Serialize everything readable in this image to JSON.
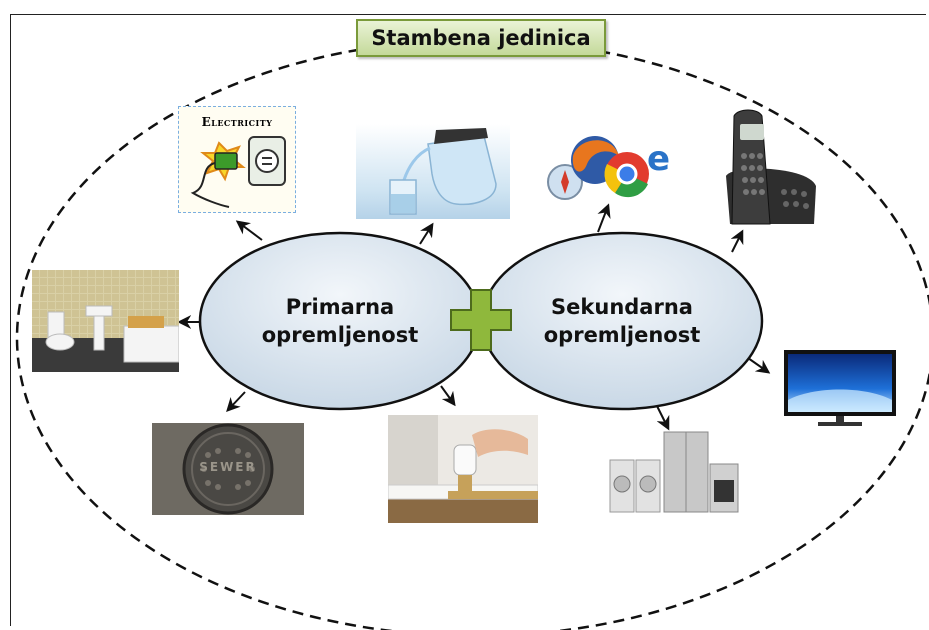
{
  "title": "Stambena jedinica",
  "ovals": {
    "primary": {
      "line1": "Primarna",
      "line2": "opremljenost"
    },
    "secondary": {
      "line1": "Sekundarna",
      "line2": "opremljenost"
    }
  },
  "images": {
    "electricity": {
      "caption": "Electricity"
    },
    "water": {},
    "browsers": {},
    "phone": {},
    "bathroom": {},
    "tv": {},
    "manhole": {
      "stamp": "SEWER"
    },
    "radiator": {},
    "appliances": {}
  },
  "colors": {
    "title_border": "#7a9a3a",
    "oval_fill": "#dde8f2",
    "plus": "#8fb83c"
  }
}
